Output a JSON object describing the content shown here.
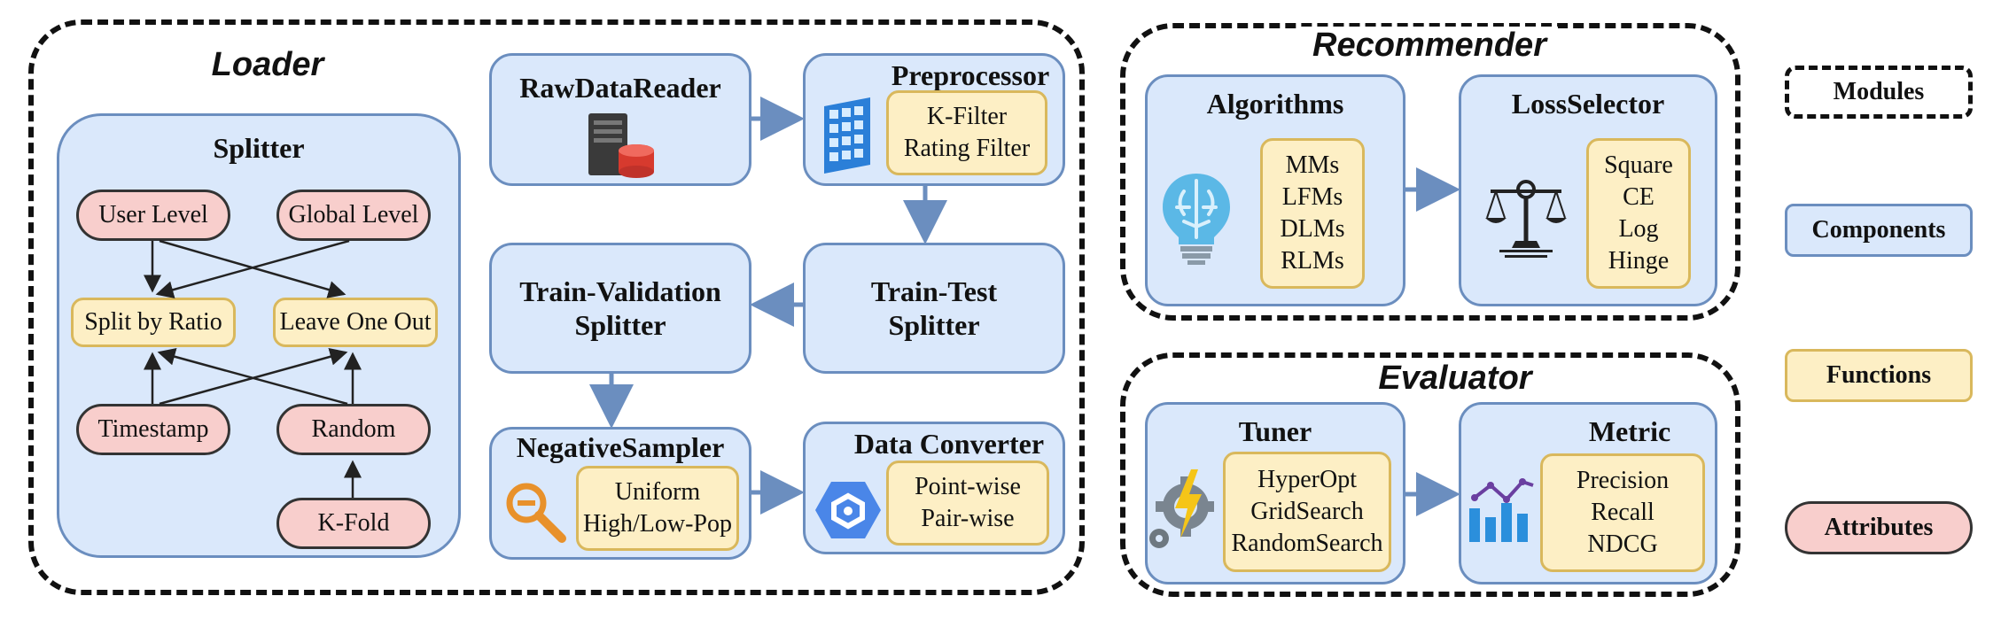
{
  "modules": {
    "loader": "Loader",
    "recommender": "Recommender",
    "evaluator": "Evaluator"
  },
  "splitter": {
    "title": "Splitter",
    "user_level": "User Level",
    "global_level": "Global Level",
    "split_by_ratio": "Split by Ratio",
    "leave_one_out": "Leave One Out",
    "timestamp": "Timestamp",
    "random": "Random",
    "k_fold": "K-Fold"
  },
  "raw_reader": {
    "title": "RawDataReader",
    "icon": "server-database-icon"
  },
  "preprocessor": {
    "title": "Preprocessor",
    "icon": "grid-table-icon",
    "functions": [
      "K-Filter",
      "Rating Filter"
    ]
  },
  "train_test": {
    "title_line1": "Train-Test",
    "title_line2": "Splitter"
  },
  "train_val": {
    "title_line1": "Train-Validation",
    "title_line2": "Splitter"
  },
  "neg_sampler": {
    "title": "NegativeSampler",
    "icon": "magnifier-icon",
    "functions": [
      "Uniform",
      "High/Low-Pop"
    ]
  },
  "converter": {
    "title": "Data Converter",
    "icon": "hexagon-cloud-icon",
    "functions": [
      "Point-wise",
      "Pair-wise"
    ]
  },
  "algorithms": {
    "title": "Algorithms",
    "icon": "brain-lightbulb-icon",
    "functions": [
      "MMs",
      "LFMs",
      "DLMs",
      "RLMs"
    ]
  },
  "loss": {
    "title": "LossSelector",
    "icon": "balance-scale-icon",
    "functions": [
      "Square",
      "CE",
      "Log",
      "Hinge"
    ]
  },
  "tuner": {
    "title": "Tuner",
    "icon": "gear-lightning-icon",
    "functions": [
      "HyperOpt",
      "GridSearch",
      "RandomSearch"
    ]
  },
  "metric": {
    "title": "Metric",
    "icon": "bar-chart-icon",
    "functions": [
      "Precision",
      "Recall",
      "NDCG"
    ]
  },
  "legend": {
    "modules": "Modules",
    "components": "Components",
    "functions": "Functions",
    "attributes": "Attributes"
  },
  "colors": {
    "component_fill": "#dae8fb",
    "component_border": "#6b8ebf",
    "function_fill": "#fdefc5",
    "function_border": "#d9b85c",
    "attribute_fill": "#f8cecc",
    "arrow": "#6b8ebf"
  }
}
